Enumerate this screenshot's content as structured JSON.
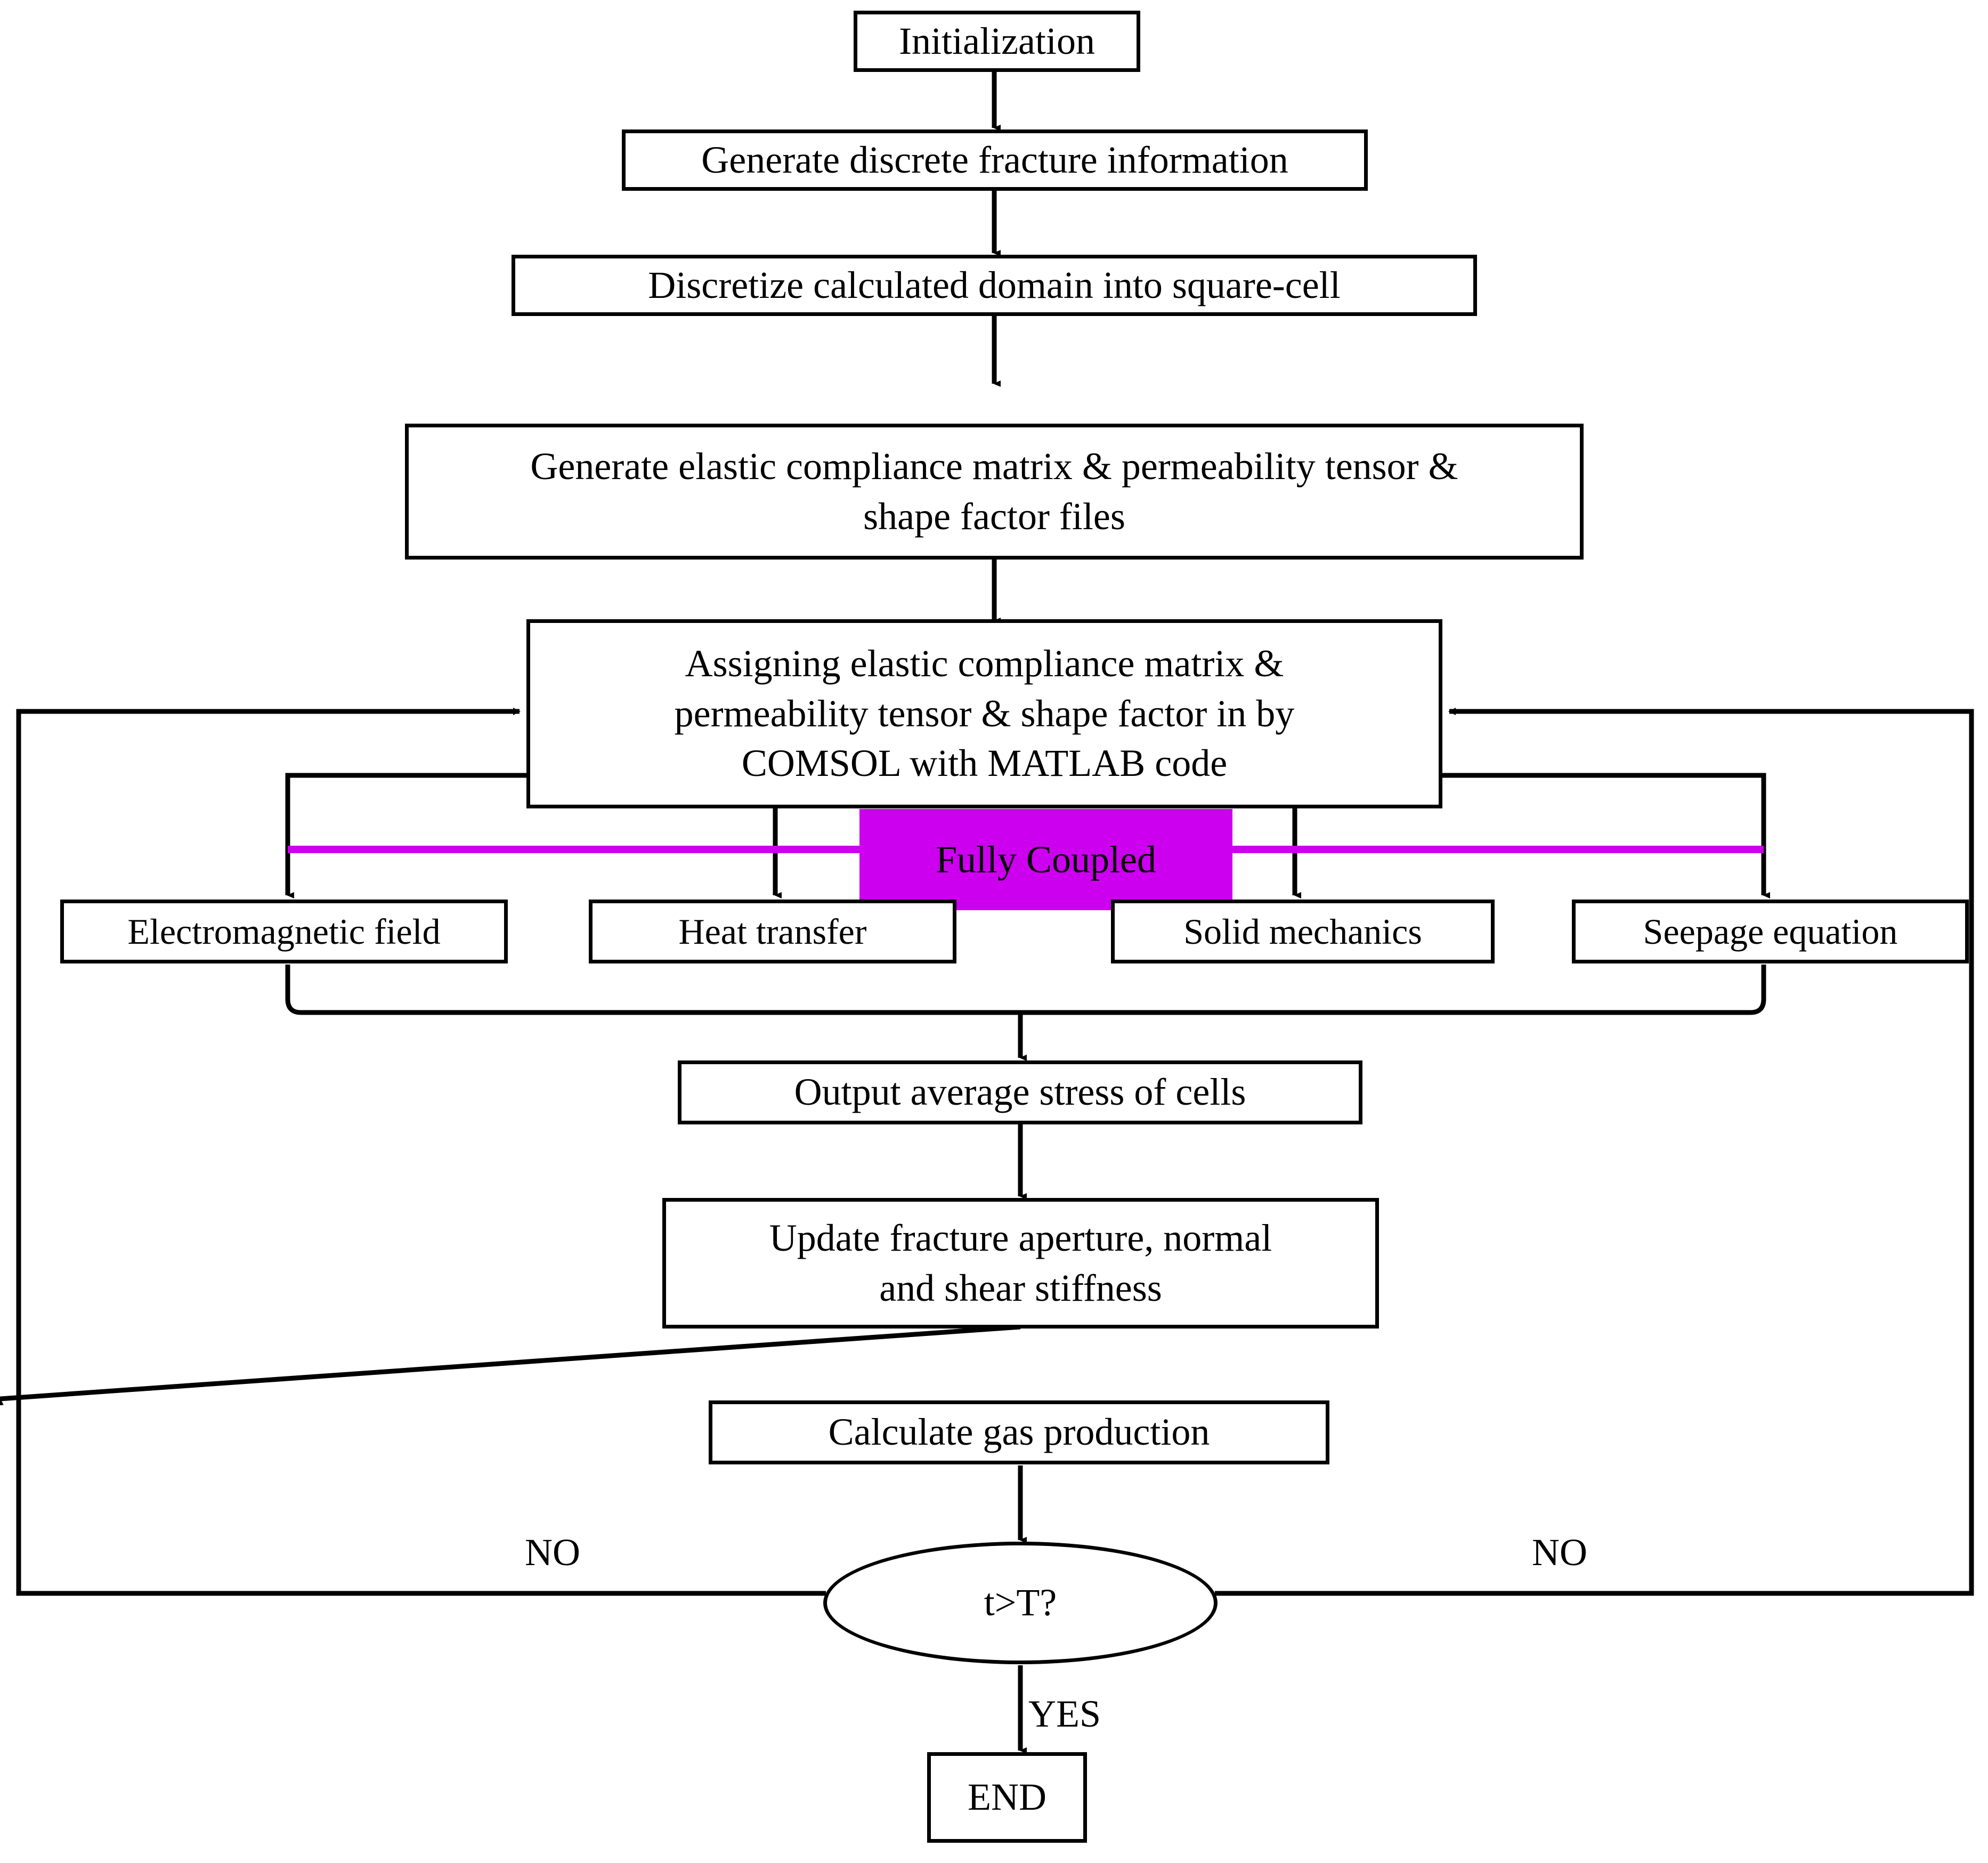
{
  "diagram": {
    "title": "Numerical simulation workflow flowchart",
    "colors": {
      "stroke": "#000000",
      "fill": "#ffffff",
      "coupled_accent": "#cc00ee"
    },
    "nodes": {
      "initialization": {
        "label": "Initialization",
        "shape": "rectangle"
      },
      "generate_fracture": {
        "label": "Generate discrete fracture information",
        "shape": "rectangle"
      },
      "discretize": {
        "label": "Discretize calculated domain into square-cell",
        "shape": "rectangle"
      },
      "generate_files": {
        "label": "Generate elastic compliance matrix & permeability tensor &\nshape factor files",
        "shape": "rectangle"
      },
      "assigning": {
        "label": "Assigning elastic compliance matrix &\npermeability tensor & shape factor in by\nCOMSOL with MATLAB code",
        "shape": "rectangle"
      },
      "electromagnetic": {
        "label": "Electromagnetic field",
        "shape": "rectangle"
      },
      "heat_transfer": {
        "label": "Heat transfer",
        "shape": "rectangle"
      },
      "solid_mechanics": {
        "label": "Solid mechanics",
        "shape": "rectangle"
      },
      "seepage": {
        "label": "Seepage equation",
        "shape": "rectangle"
      },
      "output_stress": {
        "label": "Output average stress of cells",
        "shape": "rectangle"
      },
      "update_fracture": {
        "label": "Update fracture aperture, normal\nand shear stiffness",
        "shape": "rectangle"
      },
      "calc_gas": {
        "label": "Calculate gas production",
        "shape": "rectangle"
      },
      "decision": {
        "label": "t>T?",
        "shape": "ellipse"
      },
      "end": {
        "label": "END",
        "shape": "rectangle"
      }
    },
    "annotations": {
      "fully_coupled": "Fully Coupled",
      "no_left": "NO",
      "no_right": "NO",
      "yes": "YES"
    }
  }
}
